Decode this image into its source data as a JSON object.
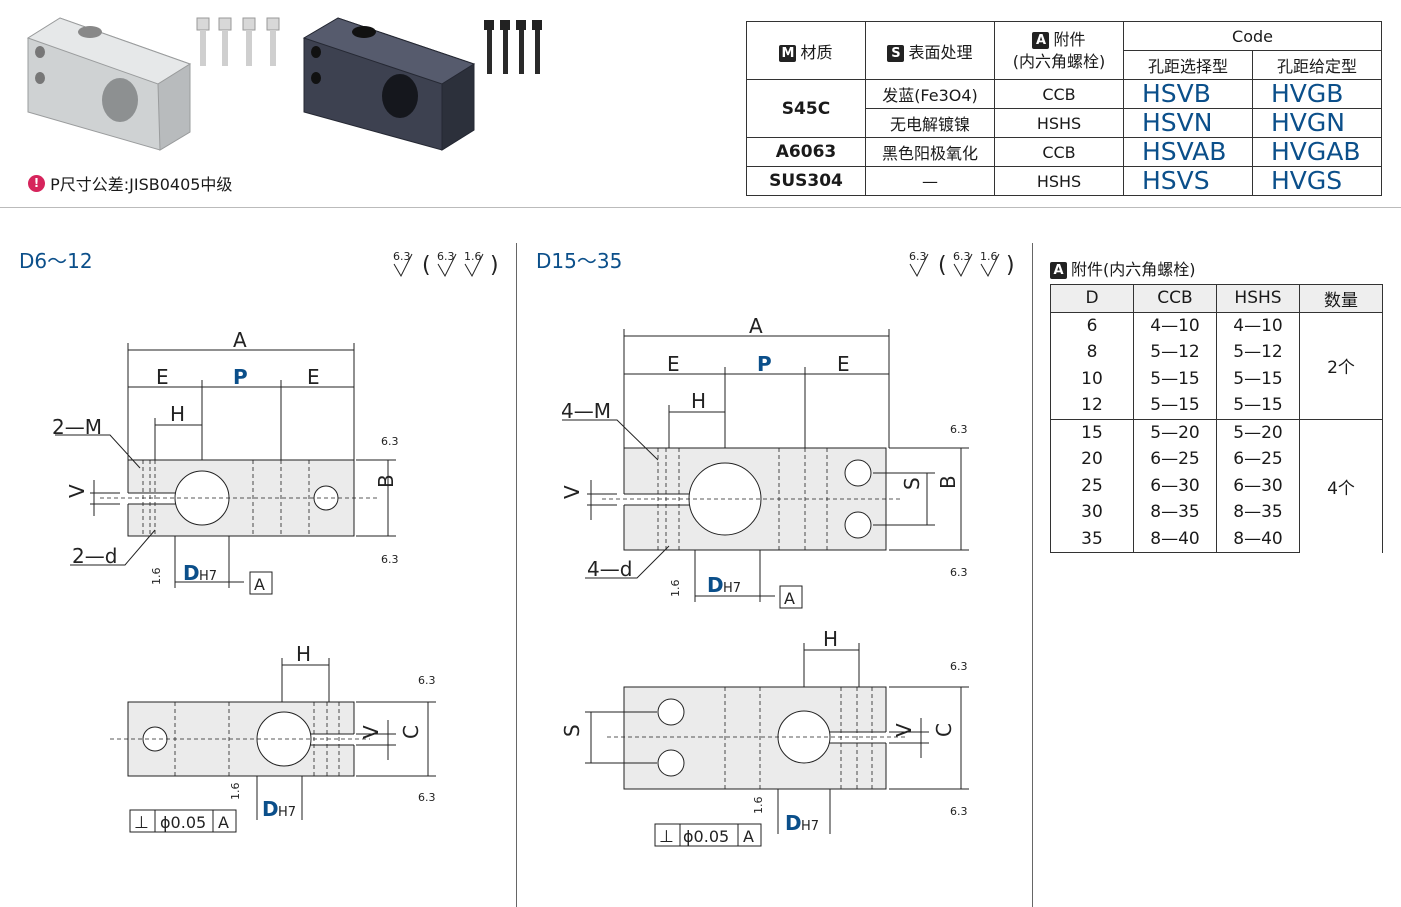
{
  "note": {
    "text": "P尺寸公差:JISB0405中级"
  },
  "code_table": {
    "col_material": "材质",
    "col_surface": "表面处理",
    "col_accessory_line1": "附件",
    "col_accessory_line2": "(内六角螺栓)",
    "col_code": "Code",
    "col_type1": "孔距选择型",
    "col_type2": "孔距给定型",
    "icon_m": "M",
    "icon_s": "S",
    "icon_a": "A",
    "rows": [
      {
        "material": "S45C",
        "surface": "发蓝(Fe3O4)",
        "accessory": "CCB",
        "code1": "HSVB",
        "code2": "HVGB"
      },
      {
        "material": "",
        "surface": "无电解镀镍",
        "accessory": "HSHS",
        "code1": "HSVN",
        "code2": "HVGN"
      },
      {
        "material": "A6063",
        "surface": "黑色阳极氧化",
        "accessory": "CCB",
        "code1": "HSVAB",
        "code2": "HVGAB"
      },
      {
        "material": "SUS304",
        "surface": "—",
        "accessory": "HSHS",
        "code1": "HSVS",
        "code2": "HVGS"
      }
    ]
  },
  "panel_left": {
    "title": "D6～12"
  },
  "panel_mid": {
    "title": "D15～35"
  },
  "accessory_table": {
    "icon": "A",
    "title": "附件(内六角螺栓)",
    "headers": [
      "D",
      "CCB",
      "HSHS",
      "数量"
    ],
    "rows": [
      {
        "d": "6",
        "ccb": "4—10",
        "hshs": "4—10"
      },
      {
        "d": "8",
        "ccb": "5—12",
        "hshs": "5—12"
      },
      {
        "d": "10",
        "ccb": "5—15",
        "hshs": "5—15"
      },
      {
        "d": "12",
        "ccb": "5—15",
        "hshs": "5—15"
      },
      {
        "d": "15",
        "ccb": "5—20",
        "hshs": "5—20"
      },
      {
        "d": "20",
        "ccb": "6—25",
        "hshs": "6—25"
      },
      {
        "d": "25",
        "ccb": "6—30",
        "hshs": "6—30"
      },
      {
        "d": "30",
        "ccb": "8—35",
        "hshs": "8—35"
      },
      {
        "d": "35",
        "ccb": "8—40",
        "hshs": "8—40"
      }
    ],
    "qty_group1": "2个",
    "qty_group2": "4个"
  },
  "drawing_labels": {
    "A": "A",
    "E": "E",
    "P": "P",
    "H": "H",
    "B": "B",
    "C": "C",
    "V": "V",
    "S": "S",
    "M_left": "2—M",
    "d_left": "2—d",
    "M_mid": "4—M",
    "d_mid": "4—d",
    "D": "D",
    "H7": "H7",
    "datum": "A",
    "r63": "6.3",
    "r16": "1.6",
    "perp": "⊥",
    "tol": "ϕ0.05"
  },
  "colors": {
    "accent": "#0b4f8a",
    "part_fill": "#e9e9e9",
    "line": "#222222"
  }
}
